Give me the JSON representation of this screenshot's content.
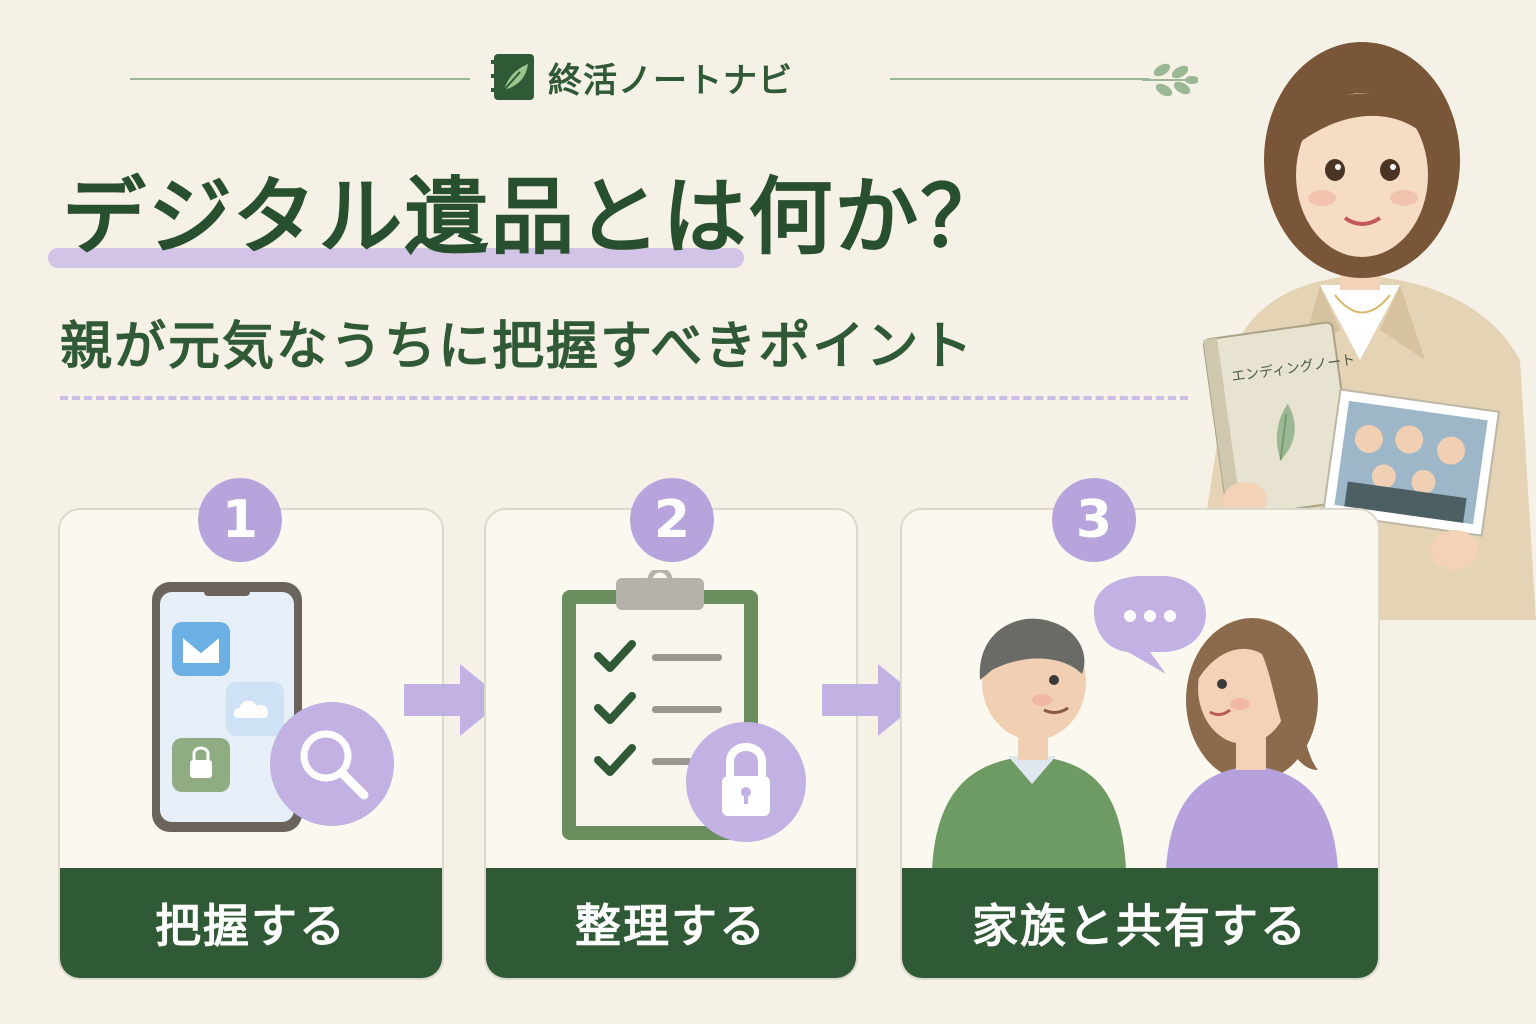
{
  "brand": {
    "name": "終活ノートナビ",
    "icon": "notebook-leaf-icon"
  },
  "title": "デジタル遺品とは何か？",
  "subtitle": "親が元気なうちに把握すべきポイント",
  "steps": [
    {
      "number": "1",
      "label": "把握する",
      "icon": "smartphone-search-icon"
    },
    {
      "number": "2",
      "label": "整理する",
      "icon": "clipboard-lock-icon"
    },
    {
      "number": "3",
      "label": "家族と共有する",
      "icon": "family-conversation-icon"
    }
  ],
  "illustration": {
    "book_title": "エンディングノート"
  },
  "colors": {
    "green": "#2f5a35",
    "lavender": "#b8a4dc",
    "background": "#f6f1e6"
  }
}
